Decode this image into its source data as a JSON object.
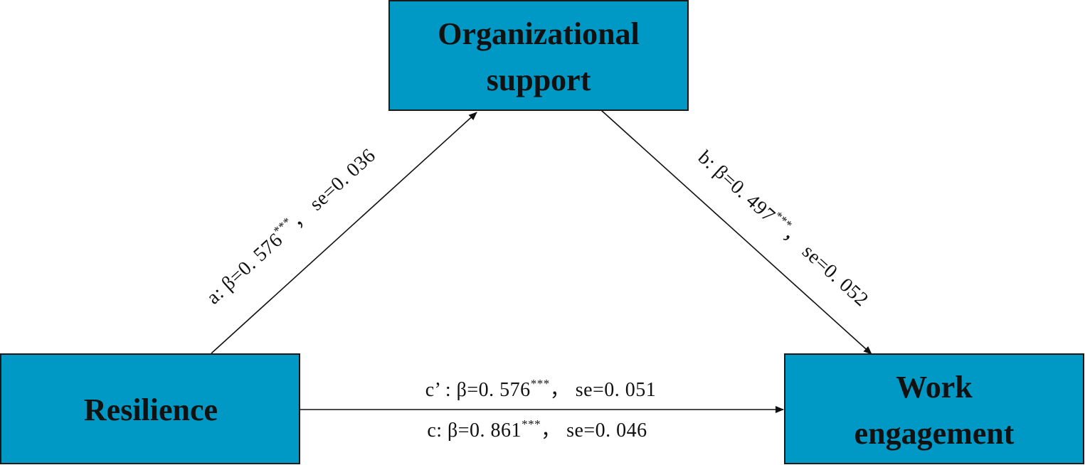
{
  "colors": {
    "node_fill": "#0098C4",
    "node_border": "#1a1a1a",
    "edge": "#111111"
  },
  "nodes": {
    "mediator": {
      "line1": "Organizational",
      "line2": "support"
    },
    "predictor": {
      "label": "Resilience"
    },
    "outcome": {
      "line1": "Work",
      "line2": "engagement"
    }
  },
  "paths": {
    "a": {
      "prefix": "a: β=0. 576",
      "stars": "***",
      "suffix": "， se=0. 036"
    },
    "b": {
      "prefix": "b: β=0. 497",
      "stars": "***",
      "suffix": "， se=0. 052"
    },
    "c_prime": {
      "prefix": "c’ : β=0. 576",
      "stars": "***",
      "suffix": "， se=0. 051"
    },
    "c": {
      "prefix": "c: β=0. 861",
      "stars": "***",
      "suffix": "， se=0. 046"
    }
  }
}
